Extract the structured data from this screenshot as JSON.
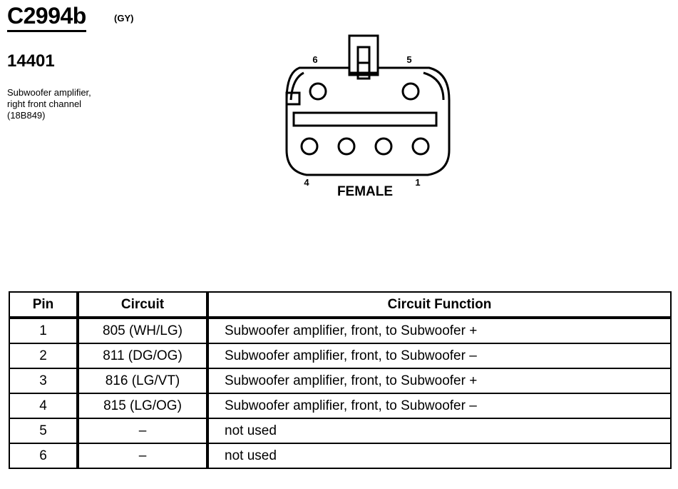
{
  "connector": {
    "id": "C2994b",
    "color": "(GY)",
    "part_number": "14401",
    "description": [
      "Subwoofer amplifier,",
      "right front channel",
      "(18B849)"
    ]
  },
  "diagram": {
    "gender_label": "FEMALE",
    "pin_labels": {
      "p6": "6",
      "p5": "5",
      "p4": "4",
      "p1": "1"
    }
  },
  "table": {
    "headers": [
      "Pin",
      "Circuit",
      "Circuit Function"
    ],
    "rows": [
      {
        "pin": "1",
        "circuit": "805 (WH/LG)",
        "function": "Subwoofer amplifier, front, to Subwoofer +"
      },
      {
        "pin": "2",
        "circuit": "811 (DG/OG)",
        "function": "Subwoofer amplifier, front, to Subwoofer –"
      },
      {
        "pin": "3",
        "circuit": "816 (LG/VT)",
        "function": "Subwoofer amplifier, front, to Subwoofer +"
      },
      {
        "pin": "4",
        "circuit": "815 (LG/OG)",
        "function": "Subwoofer amplifier, front, to Subwoofer –"
      },
      {
        "pin": "5",
        "circuit": "–",
        "function": "not used"
      },
      {
        "pin": "6",
        "circuit": "–",
        "function": "not used"
      }
    ]
  }
}
